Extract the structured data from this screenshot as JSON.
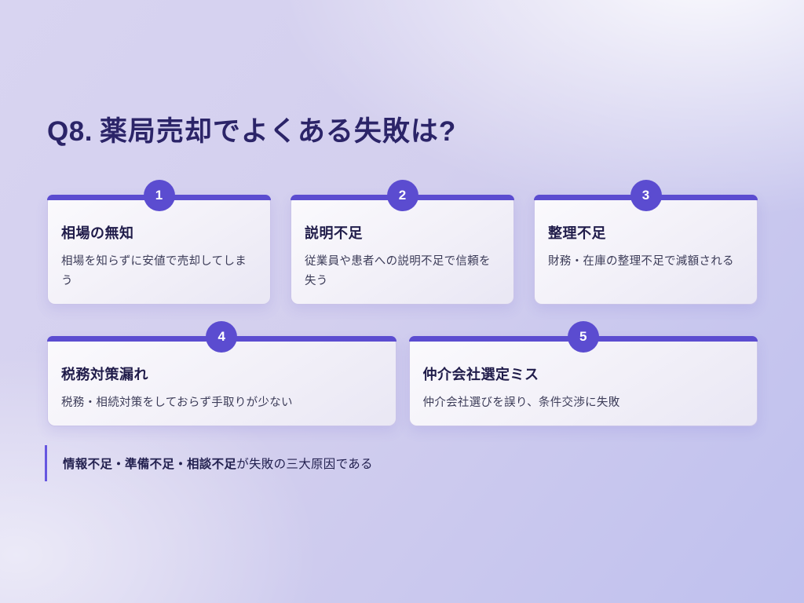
{
  "slide_title": {
    "prefix": "Q8.",
    "text": "薬局売却でよくある失敗は?"
  },
  "cards": [
    {
      "number": "1",
      "title": "相場の無知",
      "desc": "相場を知らずに安値で売却してしまう"
    },
    {
      "number": "2",
      "title": "説明不足",
      "desc": "従業員や患者への説明不足で信頼を失う"
    },
    {
      "number": "3",
      "title": "整理不足",
      "desc": "財務・在庫の整理不足で減額される"
    },
    {
      "number": "4",
      "title": "税務対策漏れ",
      "desc": "税務・相続対策をしておらず手取りが少ない"
    },
    {
      "number": "5",
      "title": "仲介会社選定ミス",
      "desc": "仲介会社選びを誤り、条件交渉に失敗"
    }
  ],
  "takeaway": {
    "highlight": "情報不足・準備不足・相談不足",
    "rest": "が失敗の三大原因である"
  },
  "colors": {
    "accent": "#5b4cd0",
    "heading": "#2b2468",
    "card_title": "#201c4a",
    "body_text": "#3c3c58",
    "background_light": "#f0ecf8",
    "background_dark": "#bfc0ee"
  }
}
